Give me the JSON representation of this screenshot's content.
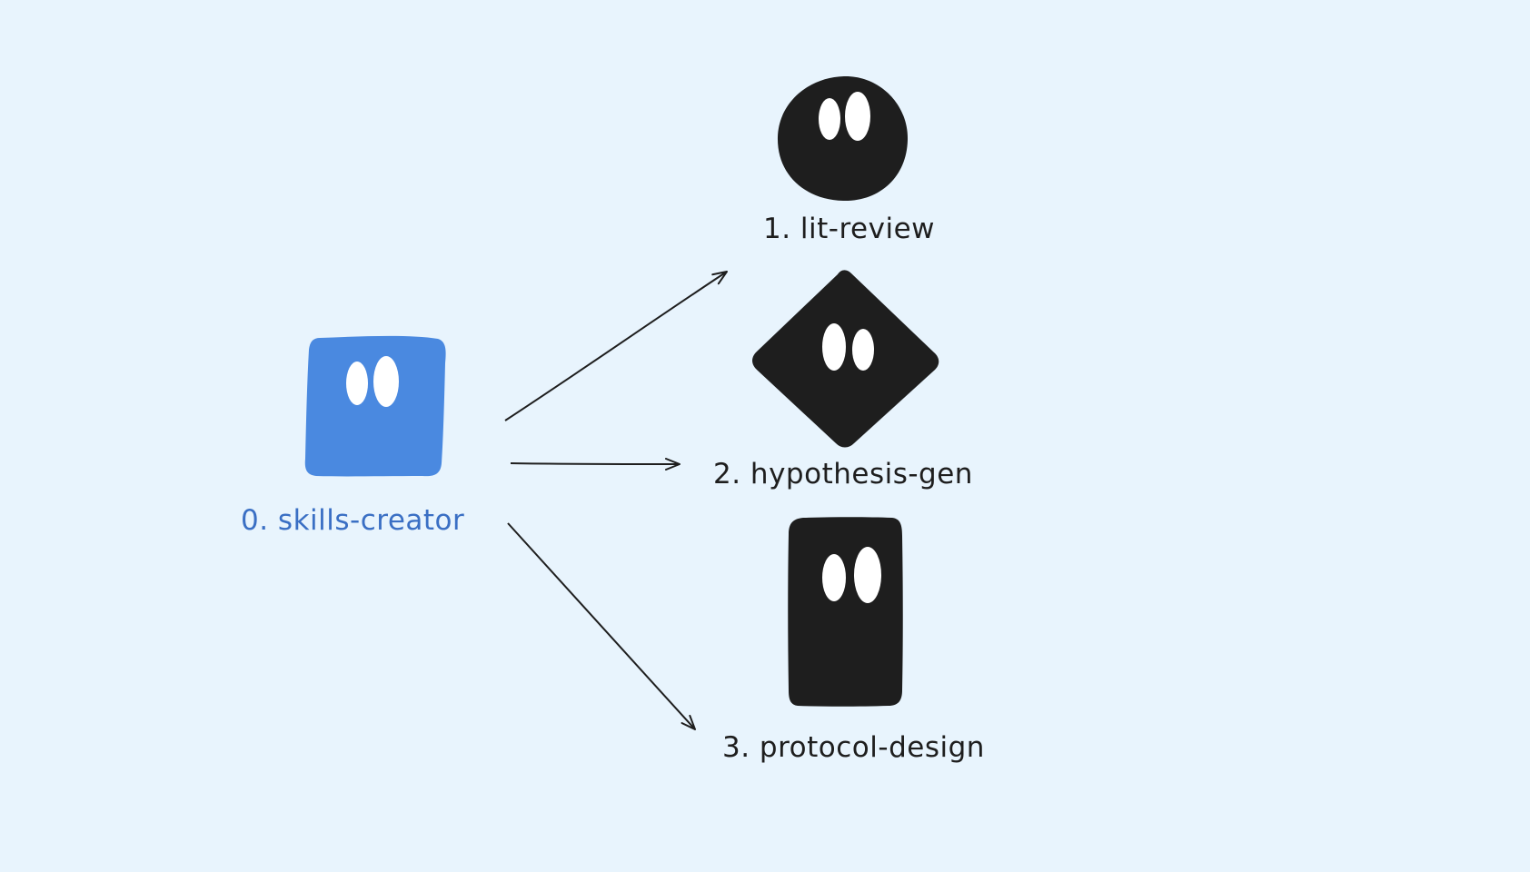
{
  "colors": {
    "background": "#e8f4fd",
    "creator": "#4a89e0",
    "agent": "#1e1e1e",
    "eye": "#ffffff",
    "arrow": "#1e1e1e"
  },
  "nodes": {
    "creator": {
      "label": "0. skills-creator",
      "shape": "rounded-square",
      "color": "#4a89e0"
    },
    "lit_review": {
      "label": "1. lit-review",
      "shape": "circle",
      "color": "#1e1e1e"
    },
    "hypothesis_gen": {
      "label": "2. hypothesis-gen",
      "shape": "diamond",
      "color": "#1e1e1e"
    },
    "protocol_design": {
      "label": "3. protocol-design",
      "shape": "tall-rectangle",
      "color": "#1e1e1e"
    }
  },
  "edges": [
    {
      "from": "creator",
      "to": "lit_review"
    },
    {
      "from": "creator",
      "to": "hypothesis_gen"
    },
    {
      "from": "creator",
      "to": "protocol_design"
    }
  ]
}
